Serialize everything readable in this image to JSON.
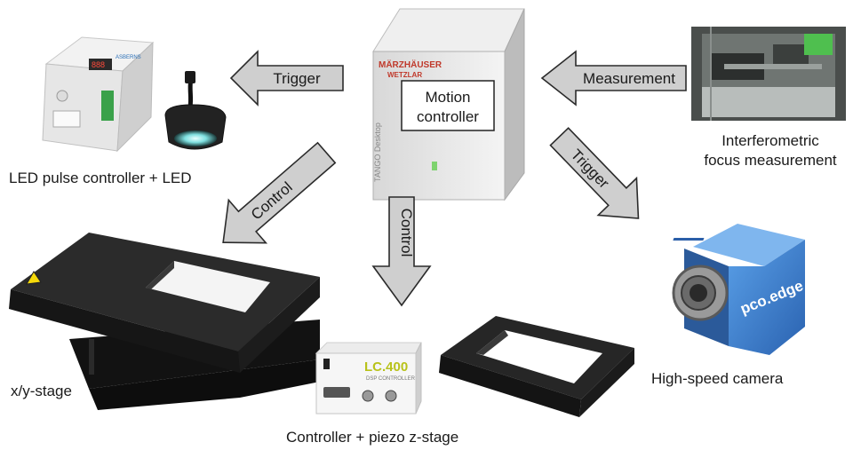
{
  "nodes": {
    "led": {
      "label": "LED pulse controller + LED",
      "device_text": "ASBERNS"
    },
    "motion": {
      "label_line1": "Motion",
      "label_line2": "controller",
      "brand_line1": "MÄRZHÄUSER",
      "brand_line2": "WETZLAR",
      "model_text": "TANGO Desktop"
    },
    "interferometric": {
      "label_line1": "Interferometric",
      "label_line2": "focus measurement"
    },
    "xy_stage": {
      "label": "x/y-stage"
    },
    "piezo": {
      "label": "Controller + piezo z-stage",
      "model_text": "LC.400",
      "sub_text": "DSP CONTROLLER"
    },
    "camera": {
      "label": "High-speed camera",
      "brand_text": "pco.edge"
    }
  },
  "arrows": {
    "trigger_led": "Trigger",
    "measurement": "Measurement",
    "control_xy": "Control",
    "control_z": "Control",
    "trigger_camera": "Trigger"
  },
  "colors": {
    "arrow_fill": "#cfcfcf",
    "arrow_stroke": "#2b2b2b",
    "camera_blue": "#3a7fd0",
    "stage_black": "#1e1e1e"
  }
}
